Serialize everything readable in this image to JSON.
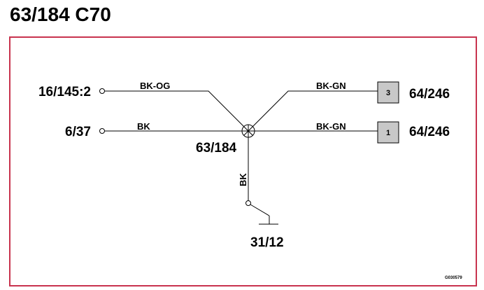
{
  "header": {
    "title": "63/184 C70"
  },
  "diagram": {
    "splice_label": "63/184",
    "left_terminals": [
      {
        "label": "16/145:2",
        "wire_color": "BK-OG"
      },
      {
        "label": "6/37",
        "wire_color": "BK"
      }
    ],
    "right_connectors": [
      {
        "pin": "3",
        "label": "64/246",
        "wire_color": "BK-GN"
      },
      {
        "pin": "1",
        "label": "64/246",
        "wire_color": "BK-GN"
      }
    ],
    "ground": {
      "label": "31/12",
      "wire_color": "BK"
    },
    "figure_code": "G030579"
  },
  "colors": {
    "frame_border": "#c8334e",
    "connector_fill": "#c8c8c8",
    "wire": "#000000"
  }
}
